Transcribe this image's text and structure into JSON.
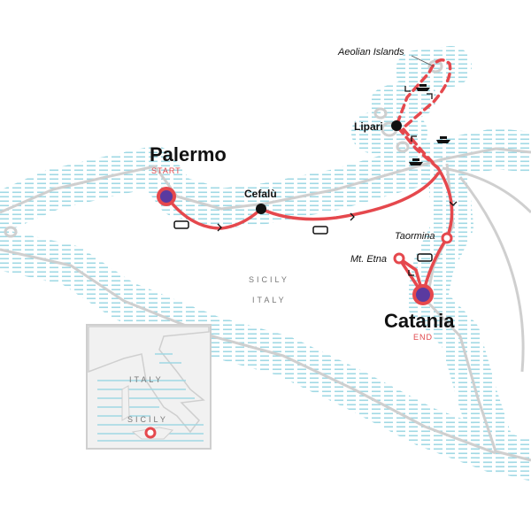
{
  "colors": {
    "route": "#e5484d",
    "stop_fill": "#5a3aa0",
    "water": "#9fd8e4",
    "land_line": "#cfcfcf",
    "inset_land": "#eeeeee"
  },
  "cities": {
    "palermo": {
      "name": "Palermo",
      "tag": "START"
    },
    "catania": {
      "name": "Catania",
      "tag": "END"
    },
    "cefalu": {
      "name": "Cefalù"
    },
    "lipari": {
      "name": "Lipari"
    },
    "taormina": {
      "name": "Taormina"
    },
    "etna": {
      "name": "Mt. Etna"
    },
    "aeolian": {
      "name": "Aeolian Islands"
    }
  },
  "regions": {
    "sicily": "SICILY",
    "italy": "ITALY"
  },
  "inset": {
    "italy": "ITALY",
    "sicily": "SICILY"
  },
  "icons": [
    "bus-icon",
    "ferry-icon",
    "direction-arrow-icon"
  ]
}
